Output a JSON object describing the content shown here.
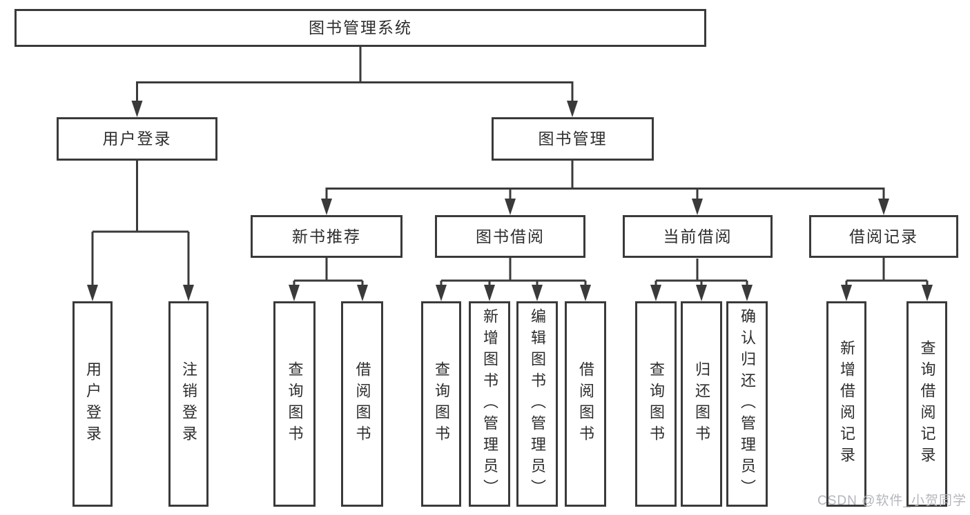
{
  "diagram": {
    "root": {
      "label": "图书管理系统"
    },
    "level2": [
      {
        "label": "用户登录"
      },
      {
        "label": "图书管理"
      }
    ],
    "level3": [
      {
        "label": "新书推荐"
      },
      {
        "label": "图书借阅"
      },
      {
        "label": "当前借阅"
      },
      {
        "label": "借阅记录"
      }
    ],
    "leaves": [
      {
        "label": "用户登录"
      },
      {
        "label": "注销登录"
      },
      {
        "label": "查询图书"
      },
      {
        "label": "借阅图书"
      },
      {
        "label": "查询图书"
      },
      {
        "label": "新增图书（管理员）"
      },
      {
        "label": "编辑图书（管理员）"
      },
      {
        "label": "借阅图书"
      },
      {
        "label": "查询图书"
      },
      {
        "label": "归还图书"
      },
      {
        "label": "确认归还（管理员）"
      },
      {
        "label": "新增借阅记录"
      },
      {
        "label": "查询借阅记录"
      }
    ]
  },
  "watermark": {
    "text": "CSDN @软件_小贺同学"
  },
  "colors": {
    "line": "#3a3a3a",
    "text": "#2d2d2d",
    "box_background": "#ffffff",
    "watermark": "#b4b6bd"
  }
}
